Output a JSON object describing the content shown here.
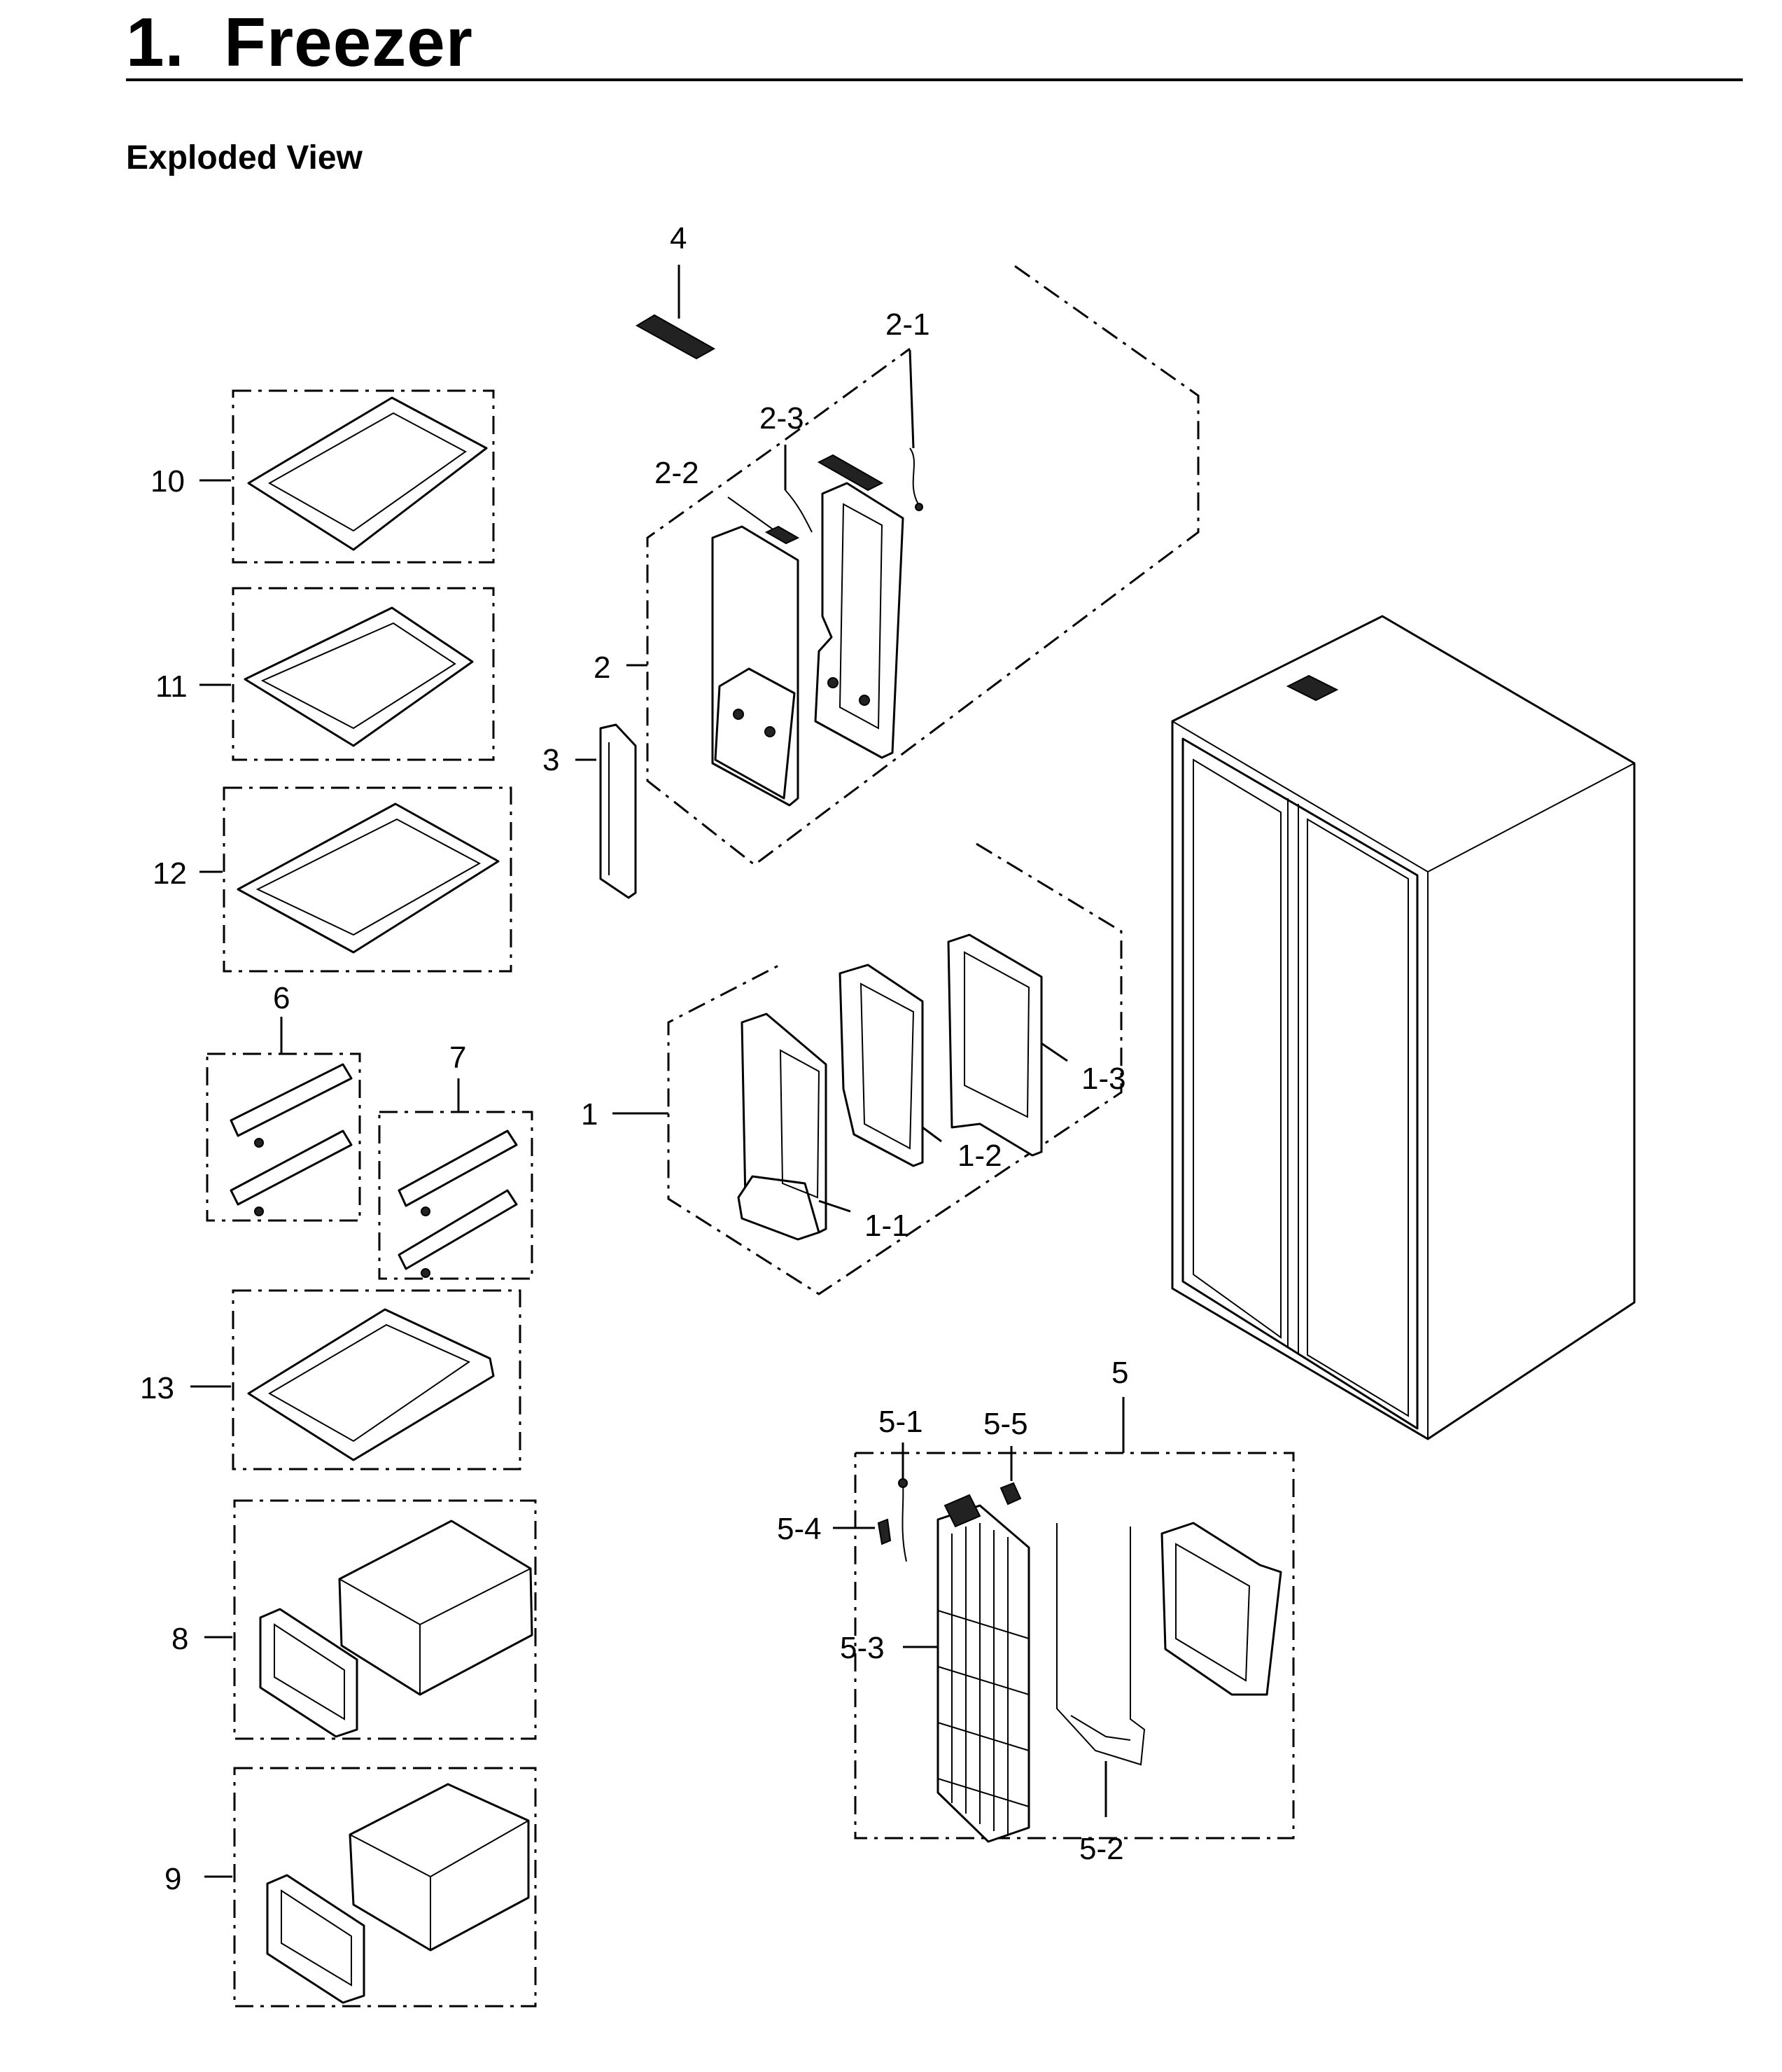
{
  "header": {
    "title": "1.  Freezer",
    "subtitle": "Exploded View"
  },
  "callouts": {
    "c4": "4",
    "c2_1": "2-1",
    "c2_3": "2-3",
    "c2_2": "2-2",
    "c2": "2",
    "c3": "3",
    "c10": "10",
    "c11": "11",
    "c12": "12",
    "c6": "6",
    "c7": "7",
    "c1": "1",
    "c1_1": "1-1",
    "c1_2": "1-2",
    "c1_3": "1-3",
    "c13": "13",
    "c8": "8",
    "c9": "9",
    "c5": "5",
    "c5_1": "5-1",
    "c5_5": "5-5",
    "c5_4": "5-4",
    "c5_3": "5-3",
    "c5_2": "5-2"
  }
}
